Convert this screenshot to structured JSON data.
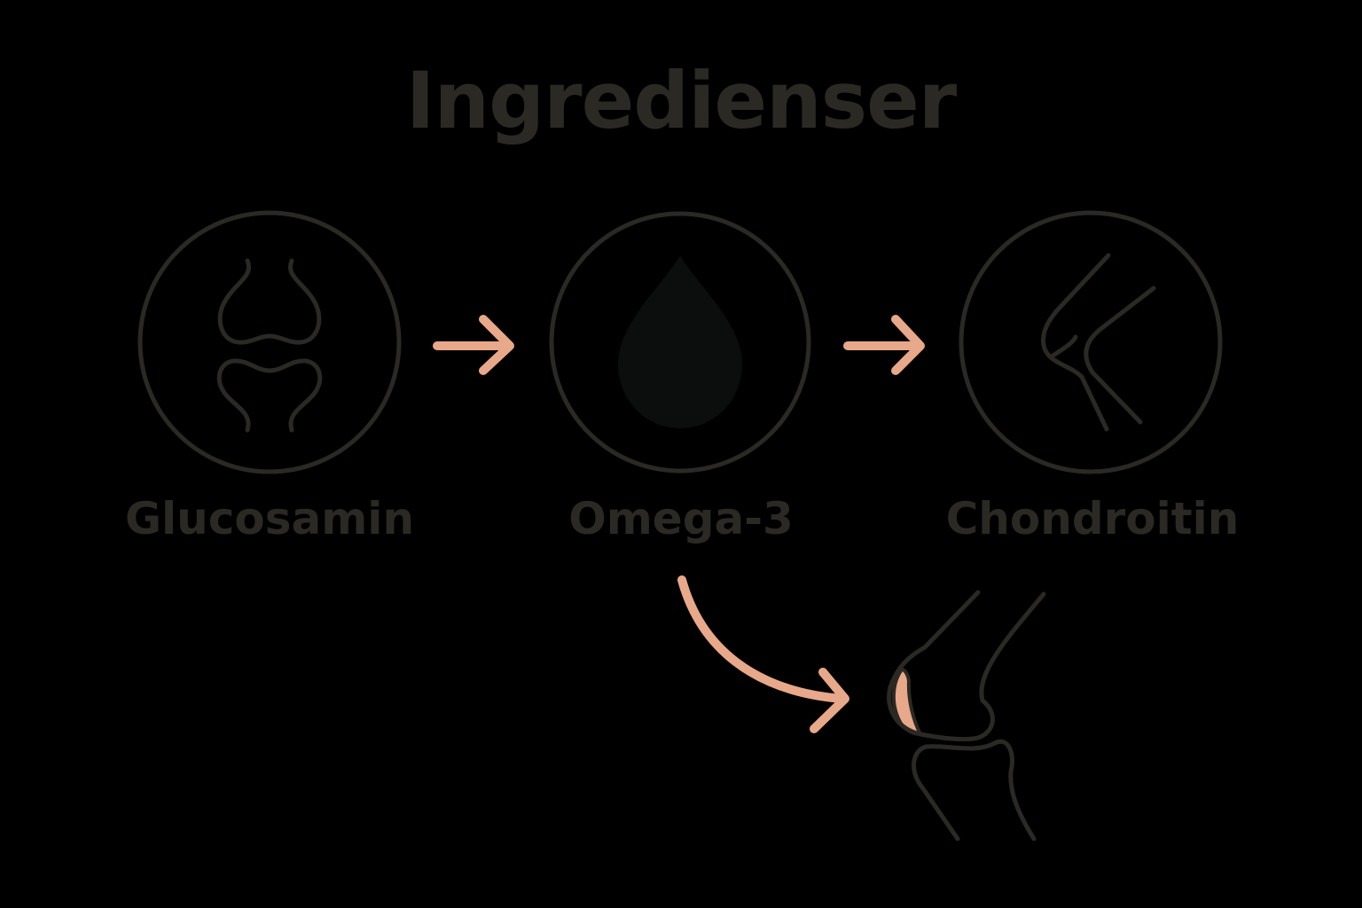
{
  "title": "Ingredienser",
  "ingredients": [
    {
      "label": "Glucosamin",
      "icon": "joint-bones-icon"
    },
    {
      "label": "Omega-3",
      "icon": "oil-drop-icon"
    },
    {
      "label": "Chondroitin",
      "icon": "bent-knee-icon"
    }
  ],
  "target_icon": "knee-joint-cartilage-icon",
  "colors": {
    "background": "#000000",
    "outline": "#2b2924",
    "drop_fill": "#0c0e0d",
    "accent": "#e8a88a"
  }
}
